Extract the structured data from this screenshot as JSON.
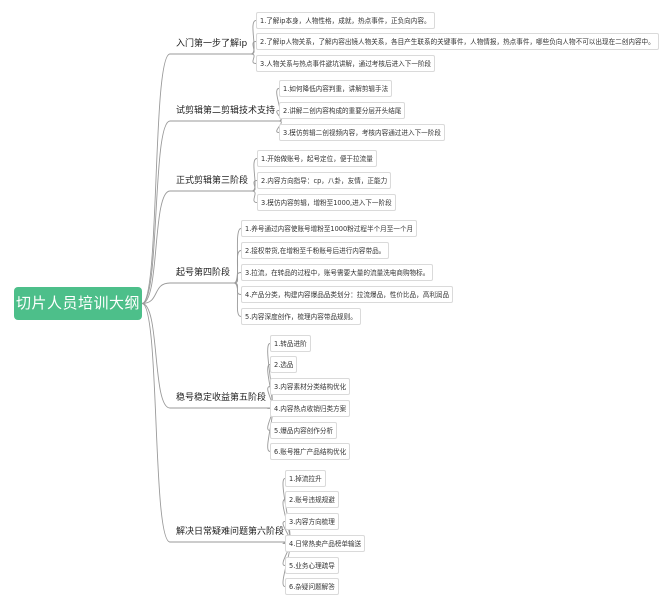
{
  "root": "切片人员培训大纲",
  "branches": [
    {
      "label": "入门第一步了解ip",
      "items": [
        "1.了解ip本身，人物性格，成就，热点事件，正负向内容。",
        "2.了解ip人物关系，了解内容出镜人物关系，各目产生联系的关键事件，人物情报，热点事件，哪些负向人物不可以出现在二创内容中。",
        "3.人物关系与热点事件避坑讲解，通过考核后进入下一阶段"
      ]
    },
    {
      "label": "试剪辑第二剪辑技术支持",
      "items": [
        "1.如何降低内容判重，讲解剪辑手法",
        "2.讲解二创内容构成的重要分层开头结尾",
        "3.模仿剪辑二创视频内容，考核内容通过进入下一阶段"
      ]
    },
    {
      "label": "正式剪辑第三阶段",
      "items": [
        "1.开始做账号，起号定位，便于拉流量",
        "2.内容方向指导：cp，八卦，友情，正能力",
        "3.模仿内容剪辑，增粉至1000,进入下一阶段"
      ]
    },
    {
      "label": "起号第四阶段",
      "items": [
        "1.养号通过内容使账号增粉至1000粉过程半个月至一个月",
        "2.接权带货,在增粉至千粉账号后进行内容带品。",
        "3.拉流，在转品的过程中，账号需要大量的流量洗电商购物标。",
        "4.产品分类，构建内容爆品品类划分：拉流爆品，性价比品，高利润品",
        "5.内容深度创作，梳理内容带品规则。"
      ]
    },
    {
      "label": "稳号稳定收益第五阶段",
      "items": [
        "1.转品进阶",
        "2.选品",
        "3.内容素材分类结构优化",
        "4.内容热点收销归类方案",
        "5.爆品内容创作分析",
        "6.账号推广产品结构优化"
      ]
    },
    {
      "label": "解决日常疑难问题第六阶段",
      "items": [
        "1.掉流拉升",
        "2.账号违规规避",
        "3.内容方向梳理",
        "4.日常热卖产品榜单输送",
        "5.业务心理疏导",
        "6.杂疑问题解答"
      ]
    }
  ]
}
